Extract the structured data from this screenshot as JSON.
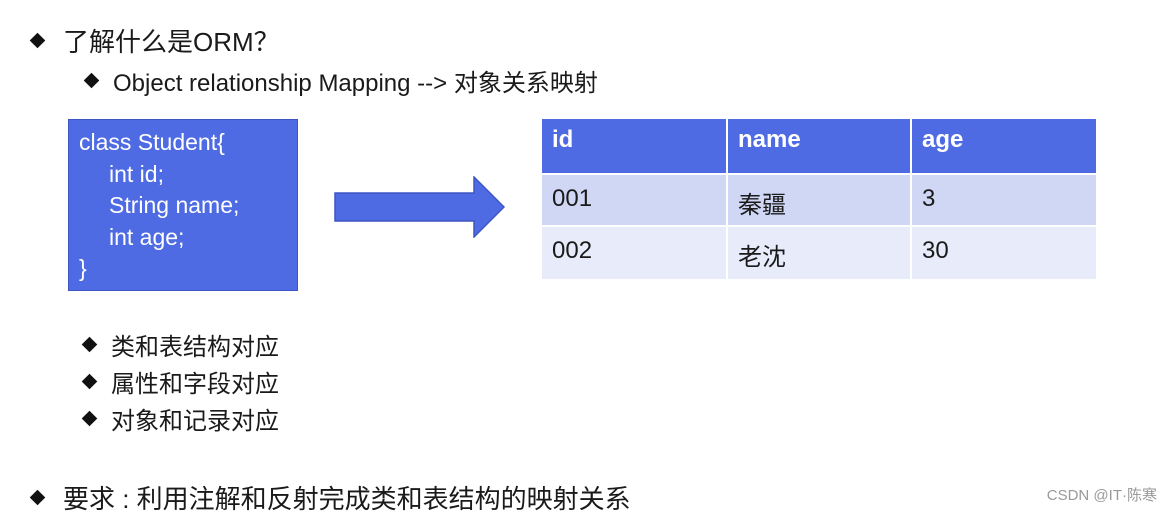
{
  "heading": {
    "title": "了解什么是ORM？",
    "subtitle": "Object relationship Mapping --> 对象关系映射"
  },
  "code": {
    "lines": [
      "class Student{",
      "int id;",
      "String name;",
      "int age;",
      "}"
    ]
  },
  "table": {
    "headers": [
      "id",
      "name",
      "age"
    ],
    "rows": [
      [
        "001",
        "秦疆",
        "3"
      ],
      [
        "002",
        "老沈",
        "30"
      ]
    ]
  },
  "points": [
    "类和表结构对应",
    "属性和字段对应",
    "对象和记录对应"
  ],
  "requirement": "要求 : 利用注解和反射完成类和表结构的映射关系",
  "watermark": "CSDN @IT·陈寒",
  "colors": {
    "accent_blue": "#4e6be3",
    "row_light": "#d0d7f5",
    "row_lighter": "#e8ebfa"
  }
}
